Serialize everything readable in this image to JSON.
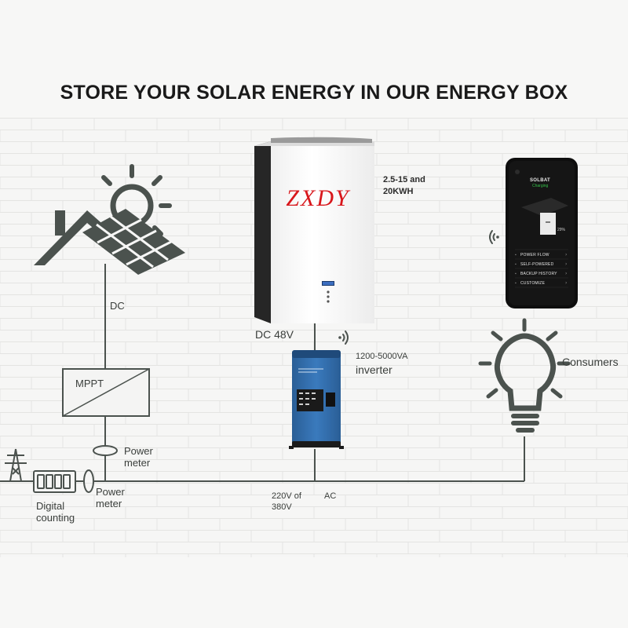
{
  "title": "STORE YOUR SOLAR ENERGY IN OUR ENERGY BOX",
  "battery": {
    "brand": "ZXDY",
    "capacity_line1": "2.5-15 and",
    "capacity_line2": "20KWH",
    "voltage": "DC 48V"
  },
  "inverter": {
    "rating": "1200-5000VA",
    "name": "inverter"
  },
  "solar": {
    "output": "DC"
  },
  "mppt": {
    "label": "MPPT"
  },
  "power_meter_top": {
    "line1": "Power",
    "line2": "meter"
  },
  "power_meter_bottom": {
    "line1": "Power",
    "line2": "meter"
  },
  "digital_counting": {
    "line1": "Digital",
    "line2": "counting"
  },
  "grid": {
    "line1": "220V of",
    "line2": "380V",
    "ac": "AC"
  },
  "consumers": {
    "label": "Consumers"
  },
  "phone": {
    "app_title": "SOLBAT",
    "app_status": "Charging",
    "percent": "29%",
    "menu": [
      {
        "label": "POWER FLOW"
      },
      {
        "label": "SELF-POWERED"
      },
      {
        "label": "BACKUP HISTORY"
      },
      {
        "label": "CUSTOMIZE"
      }
    ]
  },
  "colors": {
    "line": "#4b524e",
    "battery_body": "#ffffff",
    "battery_side": "#2a2a2a",
    "inverter_blue": "#2f6dad",
    "brand_red": "#d8161b",
    "phone_body": "#0e0e0e"
  }
}
